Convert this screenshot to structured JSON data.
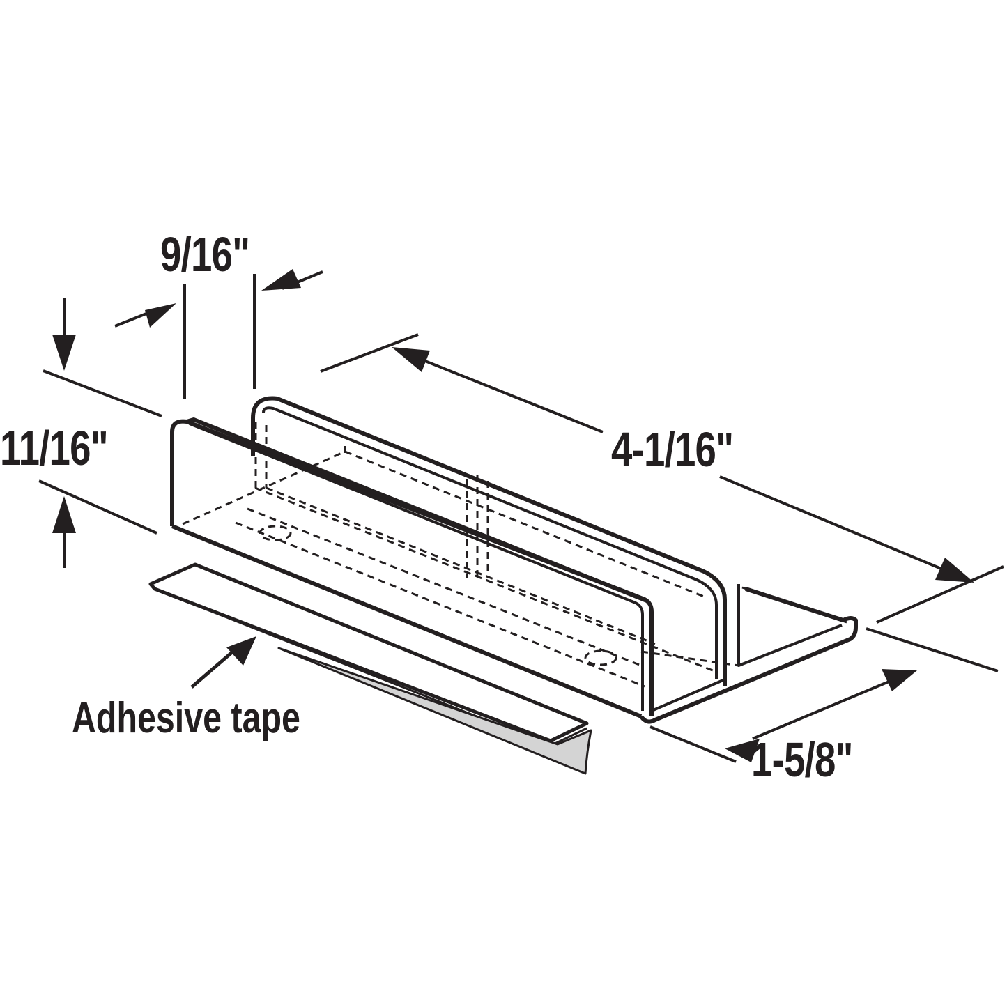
{
  "diagram": {
    "subject": "U-channel glass door bottom guide with adhesive tape",
    "colors": {
      "line": "#231f20",
      "background": "#ffffff",
      "tape_shadow": "#d4d4d4"
    },
    "dimensions": {
      "width_inner": "9/16\"",
      "height": "11/16\"",
      "length": "4-1/16\"",
      "width_outer": "1-5/8\""
    },
    "callouts": {
      "adhesive": "Adhesive tape"
    }
  }
}
